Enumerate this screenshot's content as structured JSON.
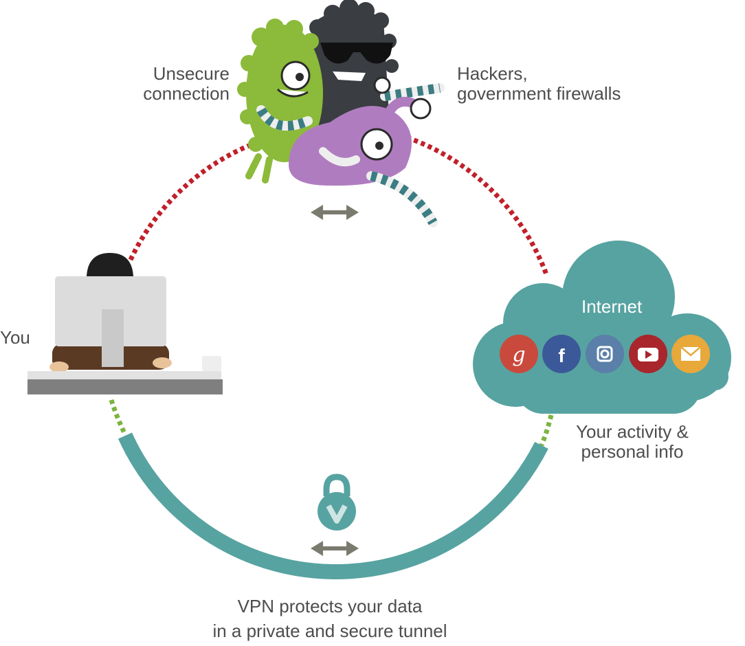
{
  "labels": {
    "you": "You",
    "unsecure": [
      "Unsecure",
      "connection"
    ],
    "hackers": [
      "Hackers,",
      "government firewalls"
    ],
    "internet": "Internet",
    "activity": [
      "Your activity &",
      "personal info"
    ],
    "vpn": [
      "VPN protects your data",
      "in a private and secure tunnel"
    ]
  },
  "services": [
    {
      "icon": "google-icon",
      "color": "#c94a3c"
    },
    {
      "icon": "facebook-icon",
      "color": "#3b5998"
    },
    {
      "icon": "instagram-icon",
      "color": "#5a7fa8"
    },
    {
      "icon": "youtube-icon",
      "color": "#a8262c"
    },
    {
      "icon": "email-icon",
      "color": "#e8a83a"
    }
  ],
  "colors": {
    "unsecure_path": "#c0202a",
    "secure_tunnel": "#57a3a1",
    "secure_dots": "#7cb342",
    "cloud": "#57a3a1",
    "arrow": "#7a7a6e",
    "text": "#4d4d4d"
  }
}
